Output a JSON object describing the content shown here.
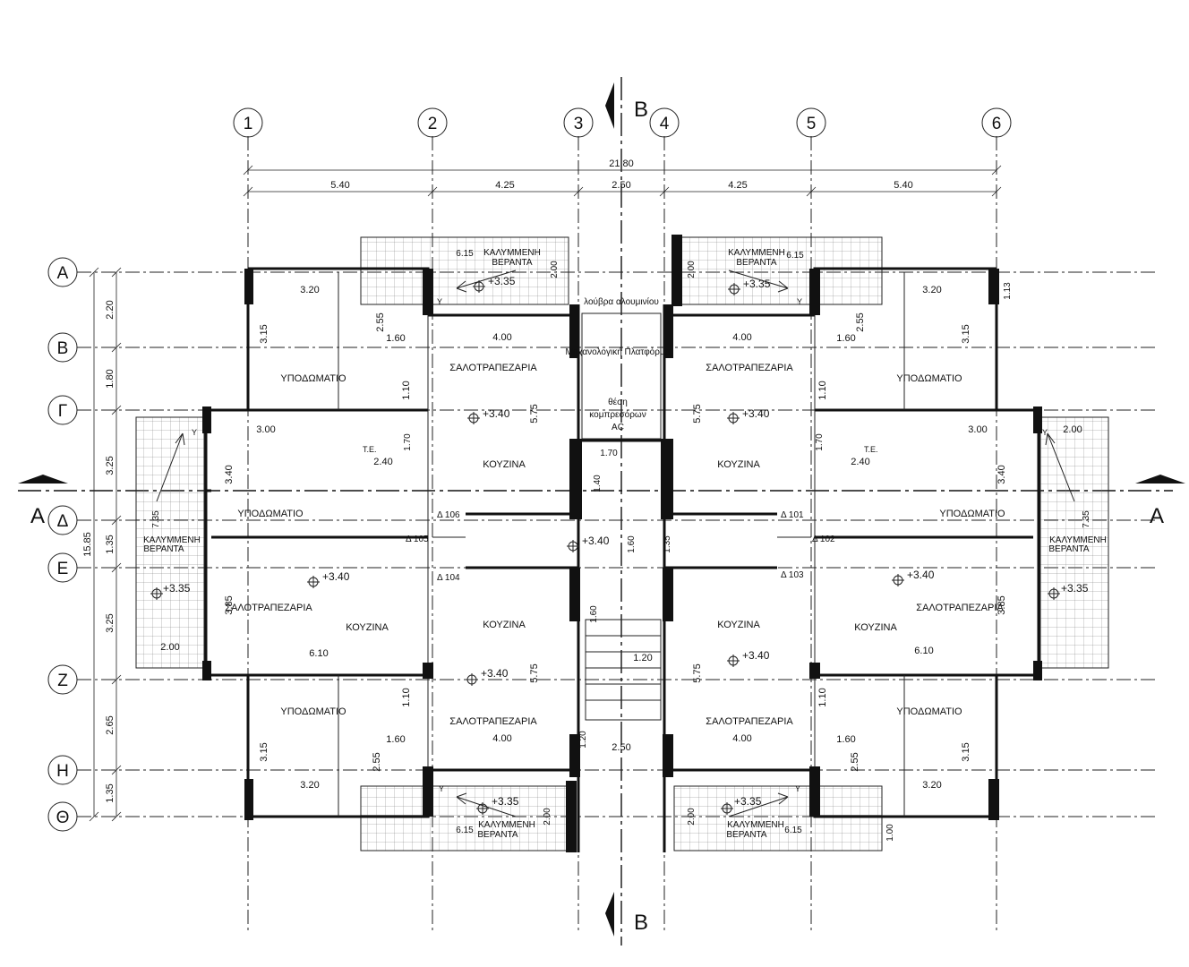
{
  "bubbles_x": [
    "1",
    "2",
    "3",
    "4",
    "5",
    "6"
  ],
  "bubbles_y": [
    "Α",
    "Β",
    "Γ",
    "Δ",
    "Ε",
    "Ζ",
    "Η",
    "Θ"
  ],
  "dims_top": {
    "overall": "21.80",
    "spans": [
      "5.40",
      "4.25",
      "2.50",
      "4.25",
      "5.40"
    ]
  },
  "dims_left": {
    "overall": "15.85",
    "spans": [
      "2.20",
      "1.80",
      "3.25",
      "1.35",
      "3.25",
      "2.65",
      "1.35"
    ]
  },
  "section_markers": {
    "section_a": "A",
    "section_b": "B"
  },
  "rooms": {
    "bedroom": "ΥΠΟΔΩΜΑΤΙΟ",
    "living": "ΣΑΛΟΤΡΑΠΕΖΑΡΙΑ",
    "kitchen": "ΚΟΥΖΙΝΑ",
    "veranda_l1": "ΚΑΛΥΜΜΕΝΗ",
    "veranda_l2": "ΒΕΡΑΝΤΑ",
    "shaft_label": "Μηχανολογική Πλατφόρμα",
    "compressors_l1": "θέση",
    "compressors_l2": "κομπρεσόρων",
    "compressors_l3": "AC",
    "louvre": "λούβρα αλουμινίου",
    "te": "Τ.Ε.",
    "y_mark": "Y"
  },
  "levels": {
    "floor": "+3.40",
    "veranda": "+3.35"
  },
  "doors": [
    "Δ 101",
    "Δ 102",
    "Δ 103",
    "Δ 104",
    "Δ 105",
    "Δ 106"
  ],
  "inner_dims": {
    "d320": "3.20",
    "d315": "3.15",
    "d255": "2.55",
    "d160": "1.60",
    "d110": "1.10",
    "d400": "4.00",
    "d575": "5.75",
    "d300": "3.00",
    "d340": "3.40",
    "d240": "2.40",
    "d170": "1.70",
    "d385": "3.85",
    "d610": "6.10",
    "d200": "2.00",
    "d735": "7.35",
    "d615": "6.15",
    "d113": "1.13",
    "d100": "1.00",
    "d140": "1.40",
    "d120": "1.20",
    "d250": "2.50",
    "d135": "1.35"
  }
}
